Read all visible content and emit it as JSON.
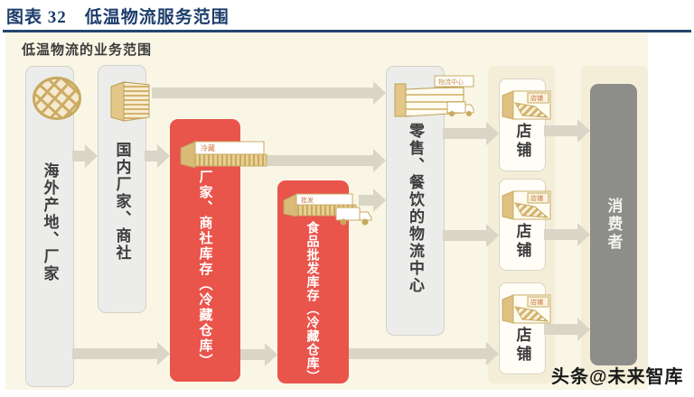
{
  "page": {
    "title": "图表 32　低温物流服务范围",
    "watermark": "头条@未来智库"
  },
  "colors": {
    "accent_navy": "#1c3d6b",
    "red_box": "#e9544b",
    "canvas_cream": "#faf6e6",
    "panel_cream": "#f4eed8",
    "gray_box": "#ececea",
    "dark_box": "#8d8d89",
    "arrow": "#d9d5c7",
    "icon_tan": "#c9a95f"
  },
  "diagram": {
    "label": "低温物流的业务范围",
    "nodes": {
      "overseas": {
        "label": "海外产地、厂家"
      },
      "domestic": {
        "label": "国内厂家、商社"
      },
      "maker_stock": {
        "label": "厂家、商社库存（冷藏仓库）",
        "sign": "冷藏"
      },
      "wholesale_stock": {
        "label": "食品批发库存（冷藏仓库）",
        "sign": "批发"
      },
      "logistics_center": {
        "label": "零售、餐饮的物流中心",
        "sign": "物流中心"
      },
      "stores": [
        {
          "label": "店铺",
          "sign": "店铺"
        },
        {
          "label": "店铺",
          "sign": "店铺"
        },
        {
          "label": "店铺",
          "sign": "店铺"
        }
      ],
      "consumer": {
        "label": "消费者"
      }
    }
  }
}
